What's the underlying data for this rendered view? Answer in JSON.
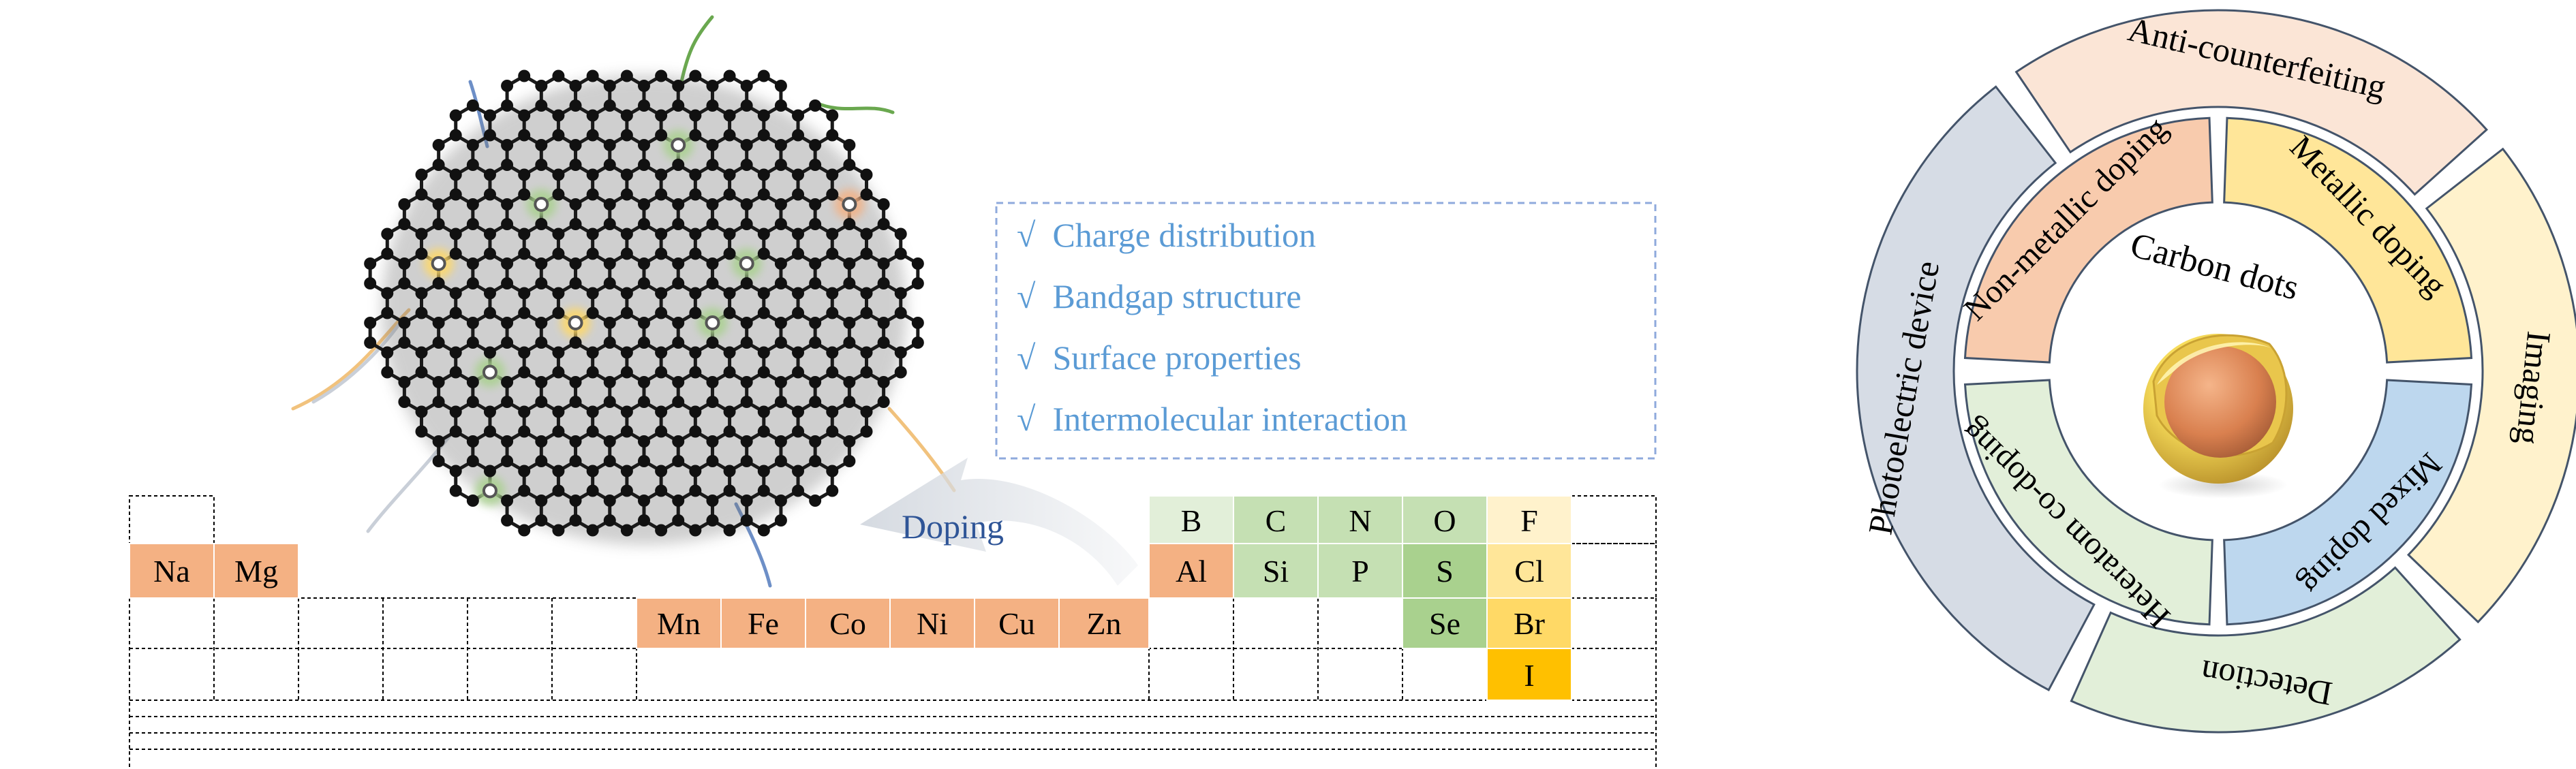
{
  "doping_label": "Doping",
  "properties": [
    "√  Charge distribution",
    "√  Bandgap structure",
    "√  Surface properties",
    "√  Intermolecular interaction"
  ],
  "periodic_table": {
    "metals_left": [
      "Na",
      "Mg"
    ],
    "transition_metals": [
      "Mn",
      "Fe",
      "Co",
      "Ni",
      "Cu",
      "Zn"
    ],
    "group13": [
      "B",
      "Al"
    ],
    "group14": [
      "C",
      "Si"
    ],
    "group15": [
      "N",
      "P"
    ],
    "group16": [
      "O",
      "S",
      "Se"
    ],
    "group17": [
      "F",
      "Cl",
      "Br",
      "I"
    ]
  },
  "ring": {
    "center": "Carbon dots",
    "inner": [
      "Non-metallic doping",
      "Metallic doping",
      "Mixed doping",
      "Heteratom co-doping"
    ],
    "outer": [
      "Photoelectric device",
      "Anti-counterfeiting",
      "Imaging",
      "Detection"
    ]
  },
  "colors": {
    "metal": "#f4b183",
    "metal_dark": "#ed9a6b",
    "nonmetal_light": "#e2efd9",
    "nonmetal_mid": "#c5e0b3",
    "nonmetal_dark": "#a9d18e",
    "halogen_light": "#fff2cc",
    "halogen_mid": "#ffe699",
    "halogen_dark": "#ffc000",
    "prop_text": "#5b9bd5",
    "inner_nonmetal": "#f8cbad",
    "inner_metal": "#ffe699",
    "inner_mixed": "#bdd7ee",
    "inner_codoping": "#e2efd9",
    "outer_photo": "#d6dce5",
    "outer_anti": "#fbe5d6",
    "outer_imaging": "#fff2cc",
    "outer_detection": "#e2efd9"
  }
}
